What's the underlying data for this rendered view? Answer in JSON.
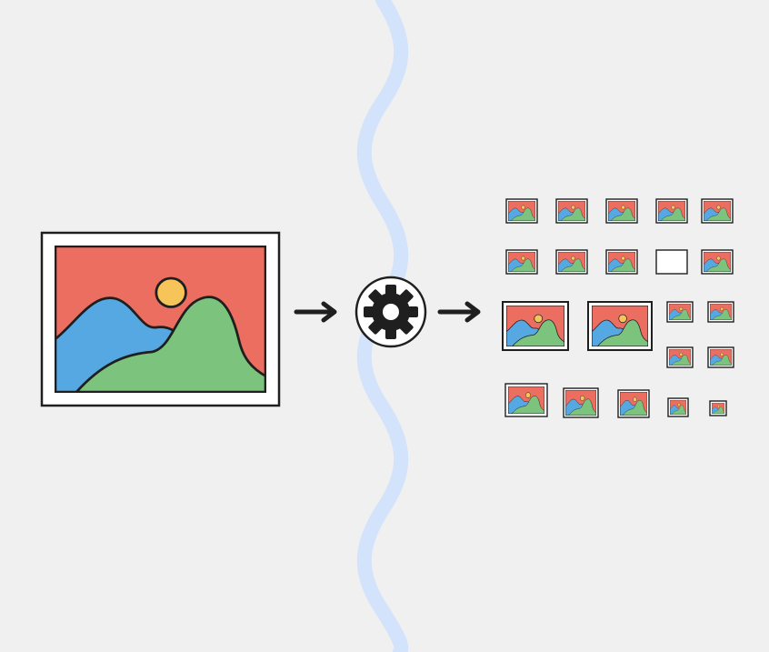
{
  "palette": {
    "background": "#f0f0f0",
    "divider": "#d3e3fb",
    "frame_fill": "#ffffff",
    "outline": "#1f1f1f",
    "sky": "#ec6e60",
    "sun": "#f7c45a",
    "water": "#56a8e3",
    "hills": "#7cc47d"
  },
  "icons": {
    "source": "landscape-picture-icon",
    "process": "gear-icon",
    "arrow": "right-arrow-icon",
    "thumbnails": "landscape-thumbnail-icon",
    "cropped_variant": "cropped-fragment-icon"
  },
  "thumbnail_grid": {
    "rows": [
      {
        "items": 5,
        "style": "uniform-small"
      },
      {
        "items": 5,
        "style": "uniform-small",
        "cropped_index": 3
      },
      {
        "items": 4,
        "style": "two-large-and-small-pairs"
      },
      {
        "items": 5,
        "style": "decreasing-size"
      }
    ]
  }
}
